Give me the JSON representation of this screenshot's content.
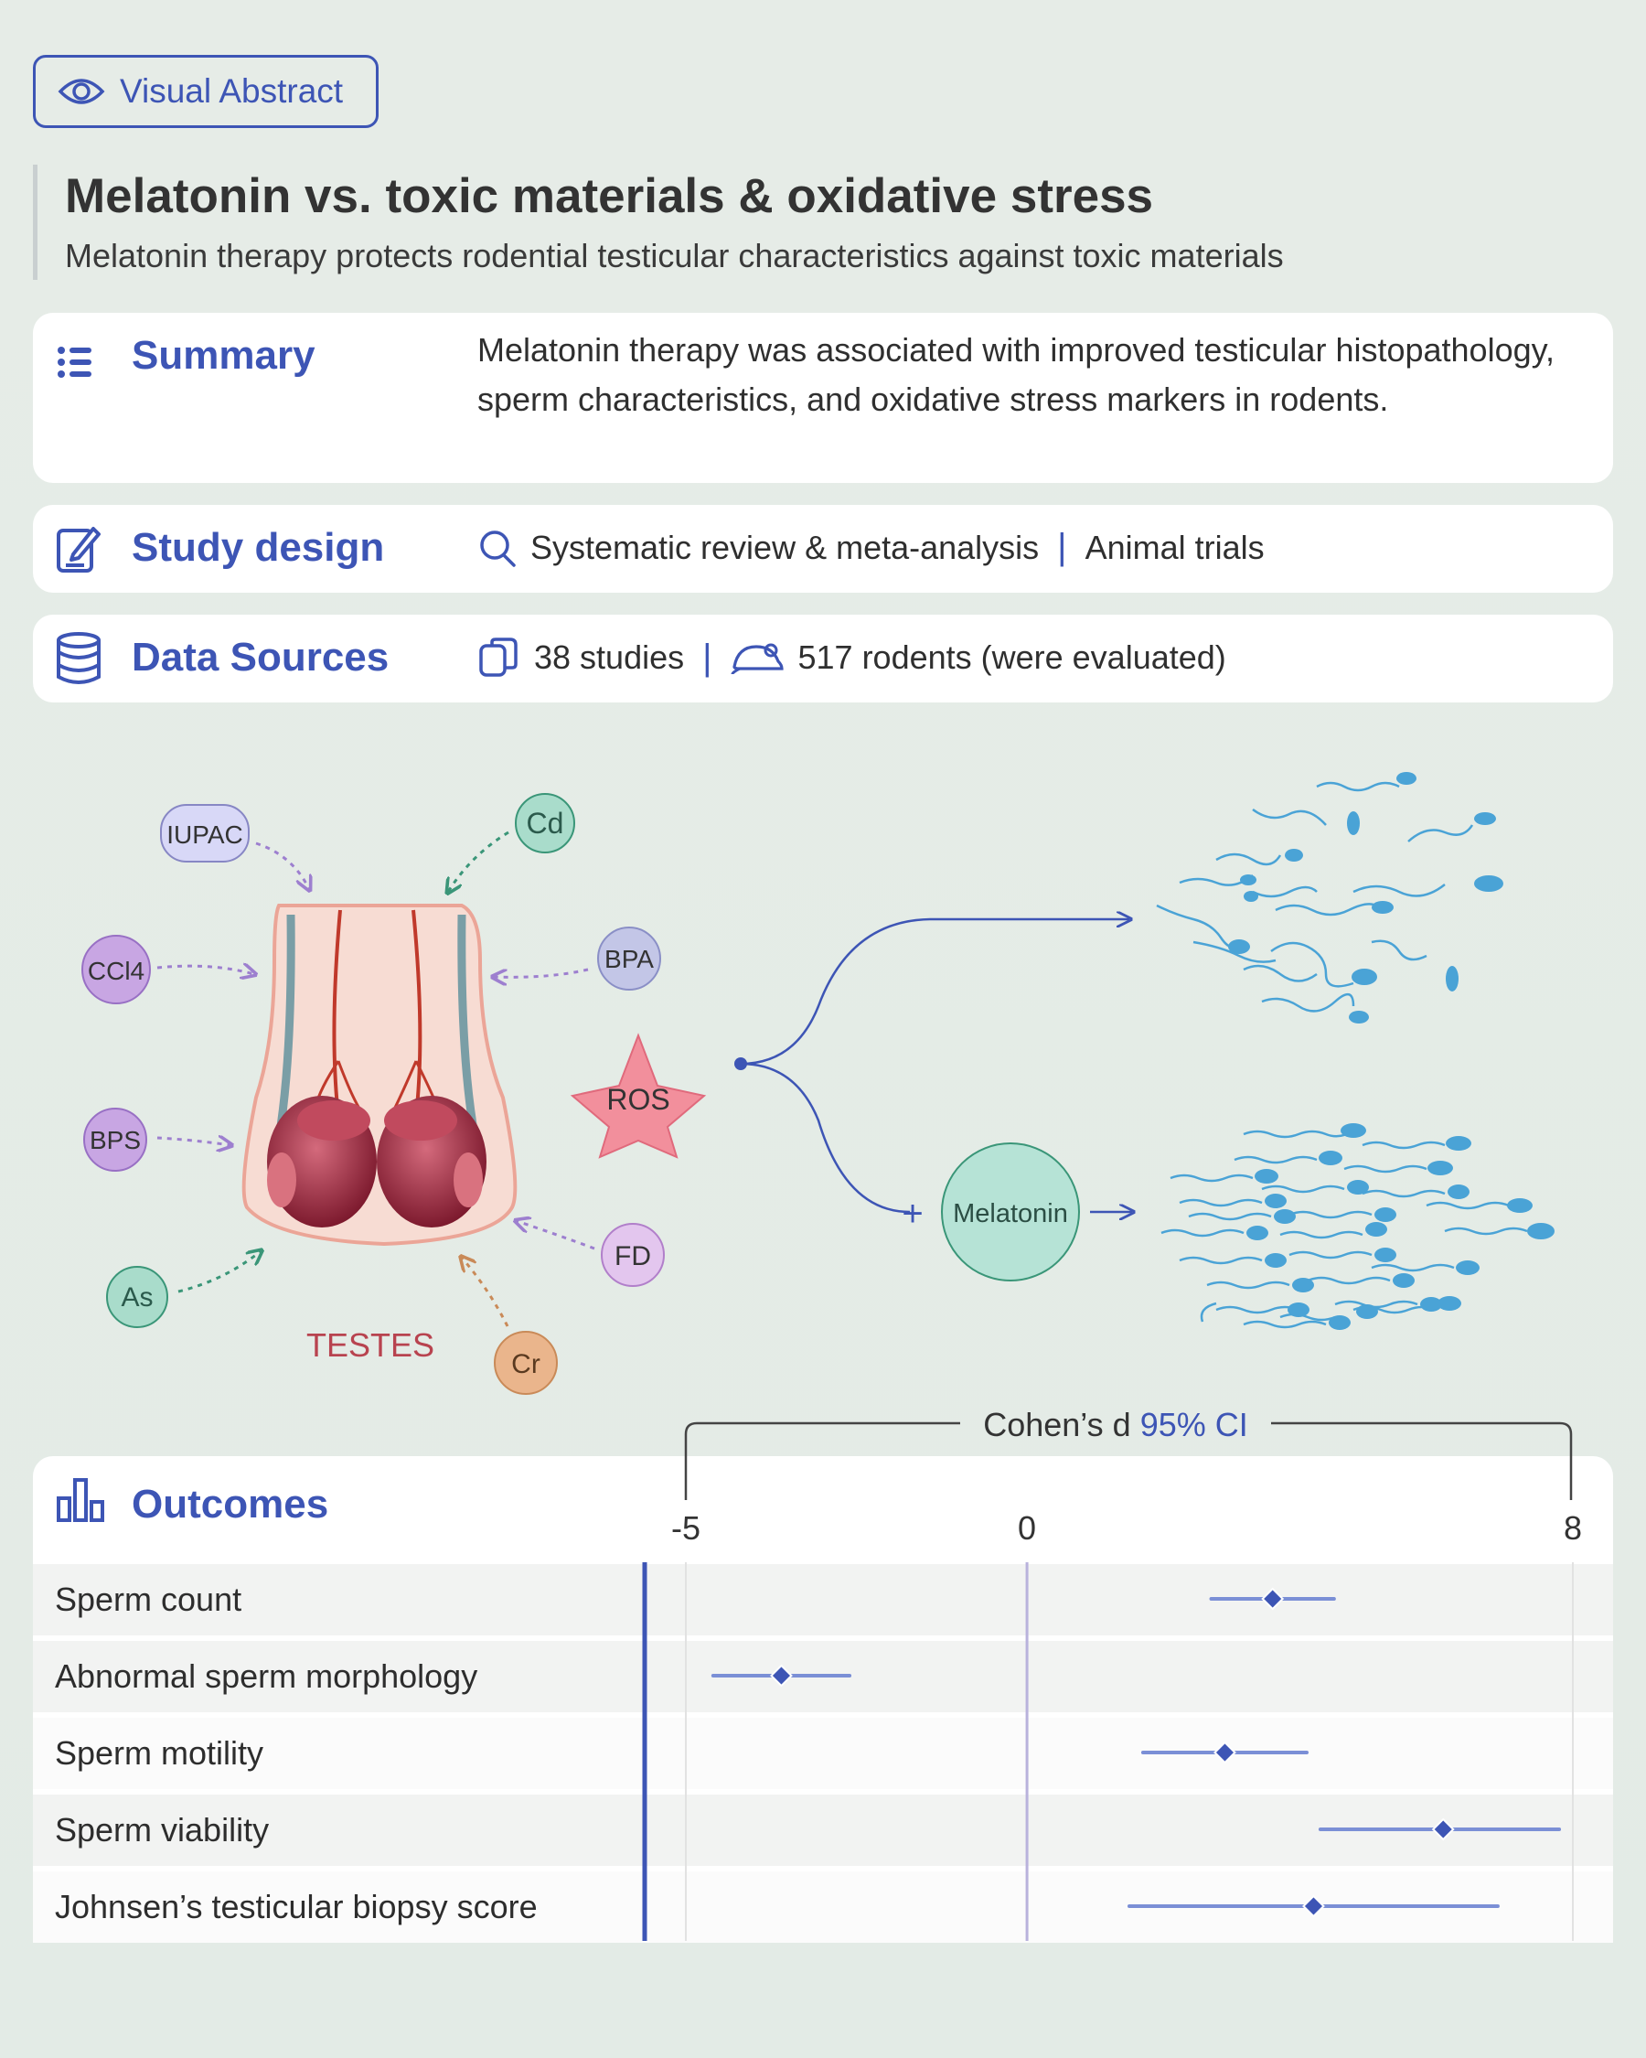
{
  "badge": {
    "label": "Visual Abstract",
    "icon": "eye-icon"
  },
  "header": {
    "title": "Melatonin vs. toxic materials & oxidative stress",
    "subtitle": "Melatonin therapy protects rodential testicular characteristics against toxic materials"
  },
  "summary": {
    "label": "Summary",
    "icon": "list-icon",
    "text": "Melatonin therapy was associated with improved testicular histopathology, sperm characteristics, and oxidative stress markers in rodents."
  },
  "study_design": {
    "label": "Study design",
    "icon": "edit-icon",
    "design": "Systematic review & meta-analysis",
    "type": "Animal trials"
  },
  "data_sources": {
    "label": "Data Sources",
    "icon": "database-icon",
    "studies": "38 studies",
    "rodents": "517 rodents (were evaluated)"
  },
  "figure": {
    "toxins": [
      "IUPAC",
      "Cd",
      "CCl4",
      "BPA",
      "BPS",
      "FD",
      "As",
      "Cr"
    ],
    "organ_label": "TESTES",
    "ros_label": "ROS",
    "melatonin_label": "Melatonin",
    "plus": "+",
    "colors": {
      "organ_label": "#b8434f",
      "ros": "#f28f9c",
      "melatonin": "#b6e3d6",
      "sperm": "#4aa3d6",
      "arrow": "#3d55b5"
    }
  },
  "outcomes": {
    "label": "Outcomes",
    "icon": "bar-chart-icon",
    "axis_title": "Cohen’s d",
    "axis_ci": "95% CI",
    "accent": "#3d55b5"
  },
  "chart_data": {
    "type": "forest",
    "xlabel": "Cohen’s d 95% CI",
    "xlim": [
      -5,
      8
    ],
    "ticks": [
      "-5",
      "0",
      "8"
    ],
    "reference_line": 0,
    "rows": [
      {
        "name": "Sperm count",
        "estimate": 3.6,
        "lower": 2.7,
        "upper": 4.5
      },
      {
        "name": "Abnormal sperm morphology",
        "estimate": -3.6,
        "lower": -4.6,
        "upper": -2.6
      },
      {
        "name": "Sperm motility",
        "estimate": 2.9,
        "lower": 1.7,
        "upper": 4.1
      },
      {
        "name": "Sperm viability",
        "estimate": 6.1,
        "lower": 4.3,
        "upper": 7.8
      },
      {
        "name": "Johnsen’s testicular biopsy score",
        "estimate": 4.2,
        "lower": 1.5,
        "upper": 6.9
      }
    ]
  }
}
